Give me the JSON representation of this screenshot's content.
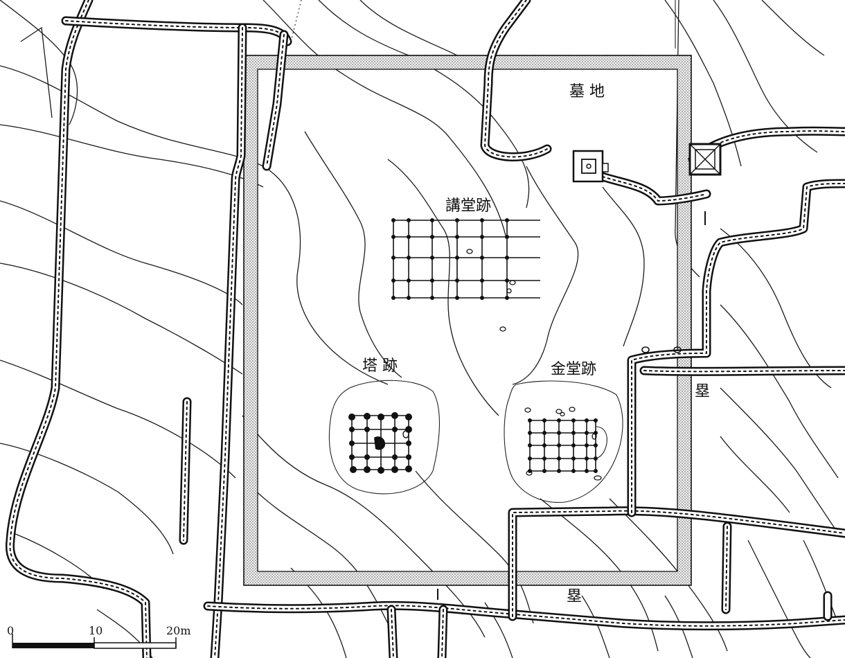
{
  "labels": {
    "burial_ground": "墓 地",
    "lecture_hall_site": "講堂跡",
    "pagoda_site": "塔 跡",
    "golden_hall_site": "金堂跡",
    "earthwork_east": "塁",
    "earthwork_south": "塁"
  },
  "scale_bar": {
    "tick_0": "0",
    "tick_10": "10",
    "tick_20": "20m"
  },
  "colors": {
    "ink": "#111111",
    "enclosure_fill": "#c9c9c9",
    "paper": "#ffffff"
  },
  "icons": {
    "tomb": "tomb-icon",
    "monument": "monument-icon"
  }
}
